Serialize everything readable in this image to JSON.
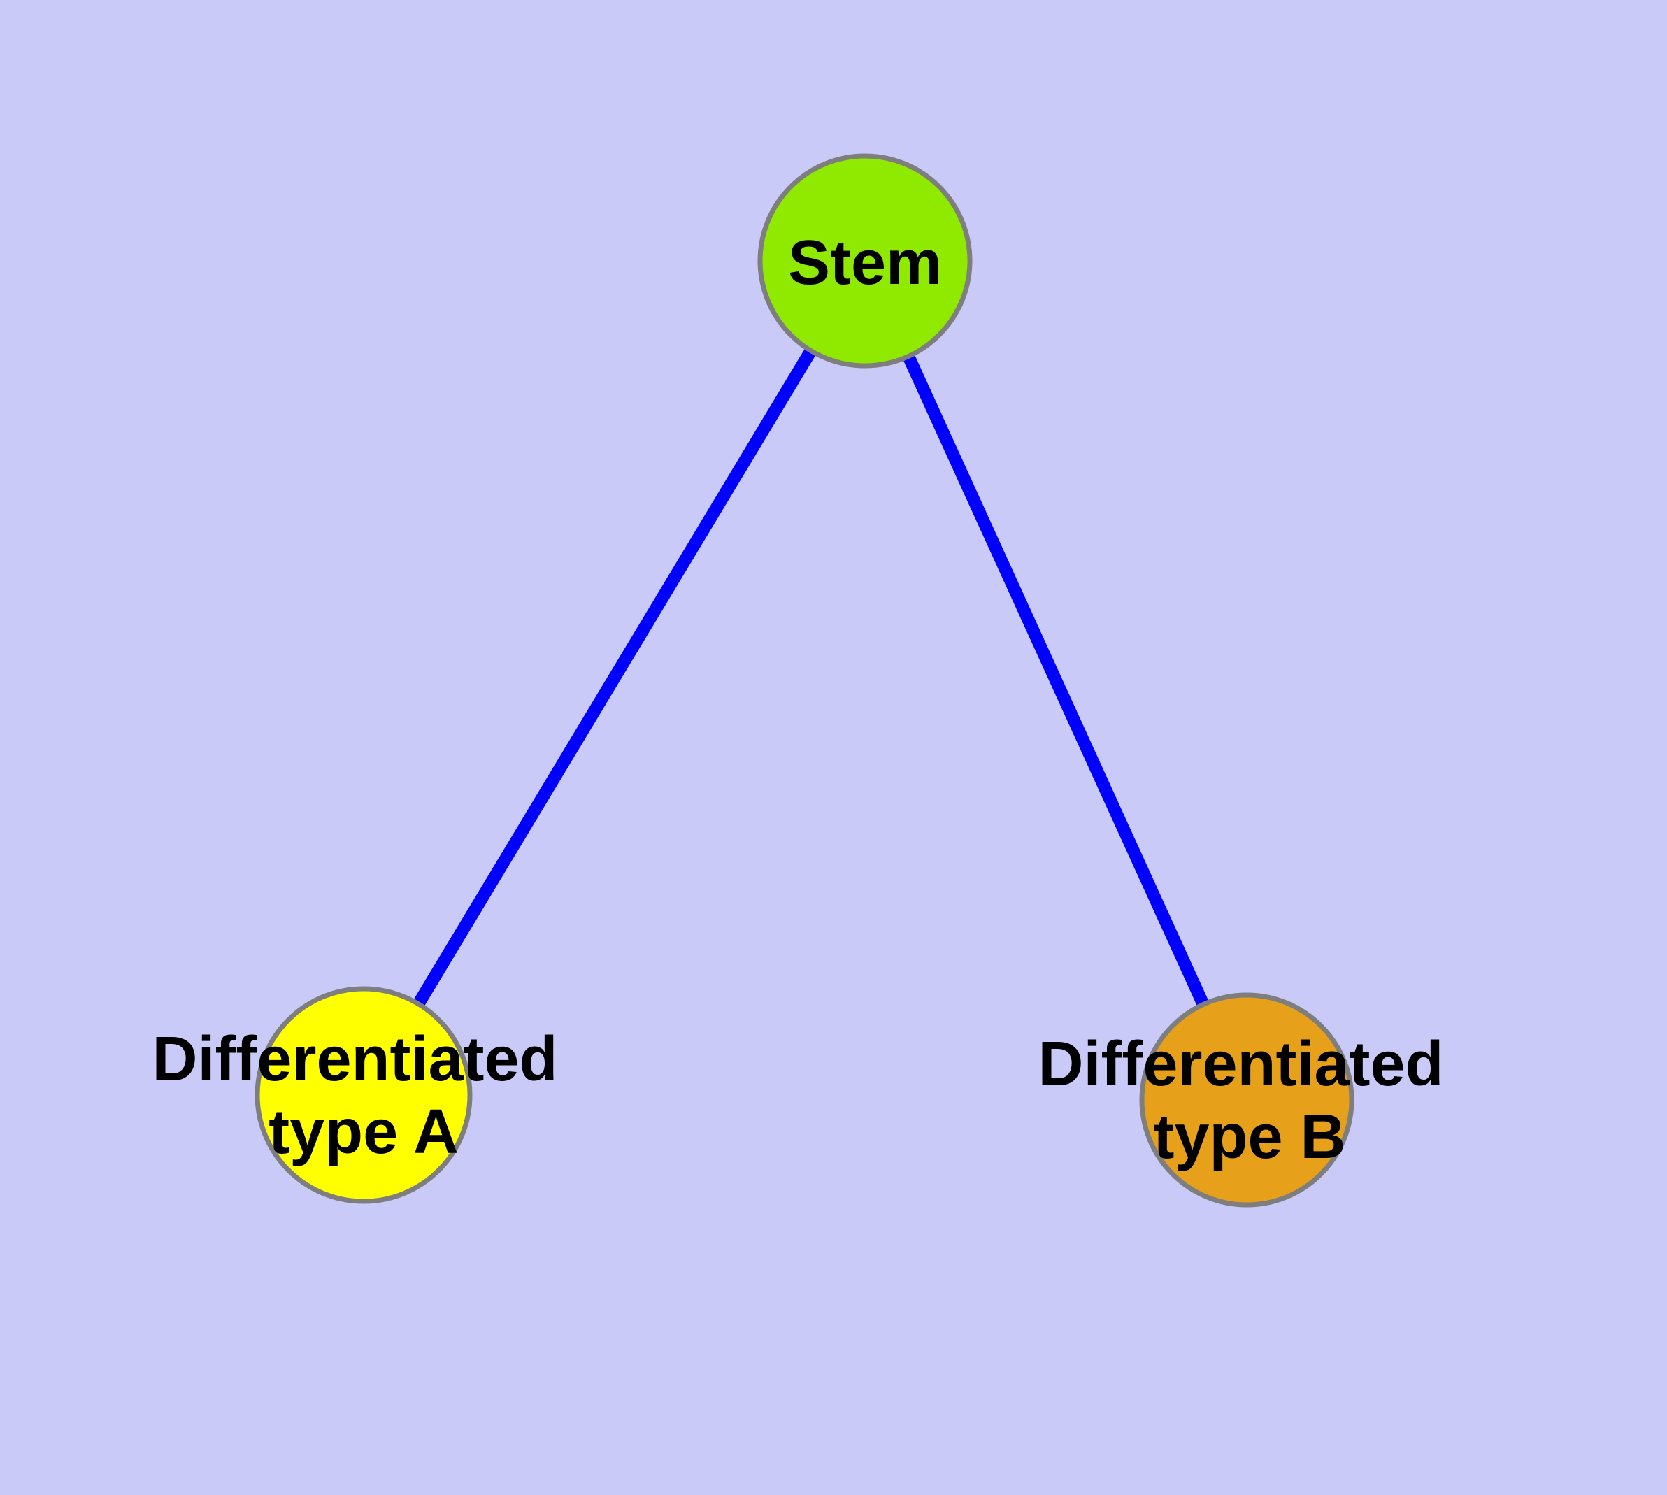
{
  "diagram": {
    "description": "Stem cell differentiation graph: one stem node connected to two differentiated cell-type nodes",
    "background_color": "#CACAF8",
    "edge_color": "#0000FF",
    "node_border_color": "#7E7E7E",
    "label_color": "#000000",
    "nodes": [
      {
        "id": "stem",
        "label": "Stem",
        "fill": "#8FEA00"
      },
      {
        "id": "differentiated-type-a",
        "label_line1": "Differentiated",
        "label_line2": "type A",
        "fill": "#FFFF00"
      },
      {
        "id": "differentiated-type-b",
        "label_line1": "Differentiated",
        "label_line2": "type B",
        "fill": "#E6A01A"
      }
    ],
    "edges": [
      {
        "from": "stem",
        "to": "differentiated-type-a"
      },
      {
        "from": "stem",
        "to": "differentiated-type-b"
      }
    ]
  }
}
